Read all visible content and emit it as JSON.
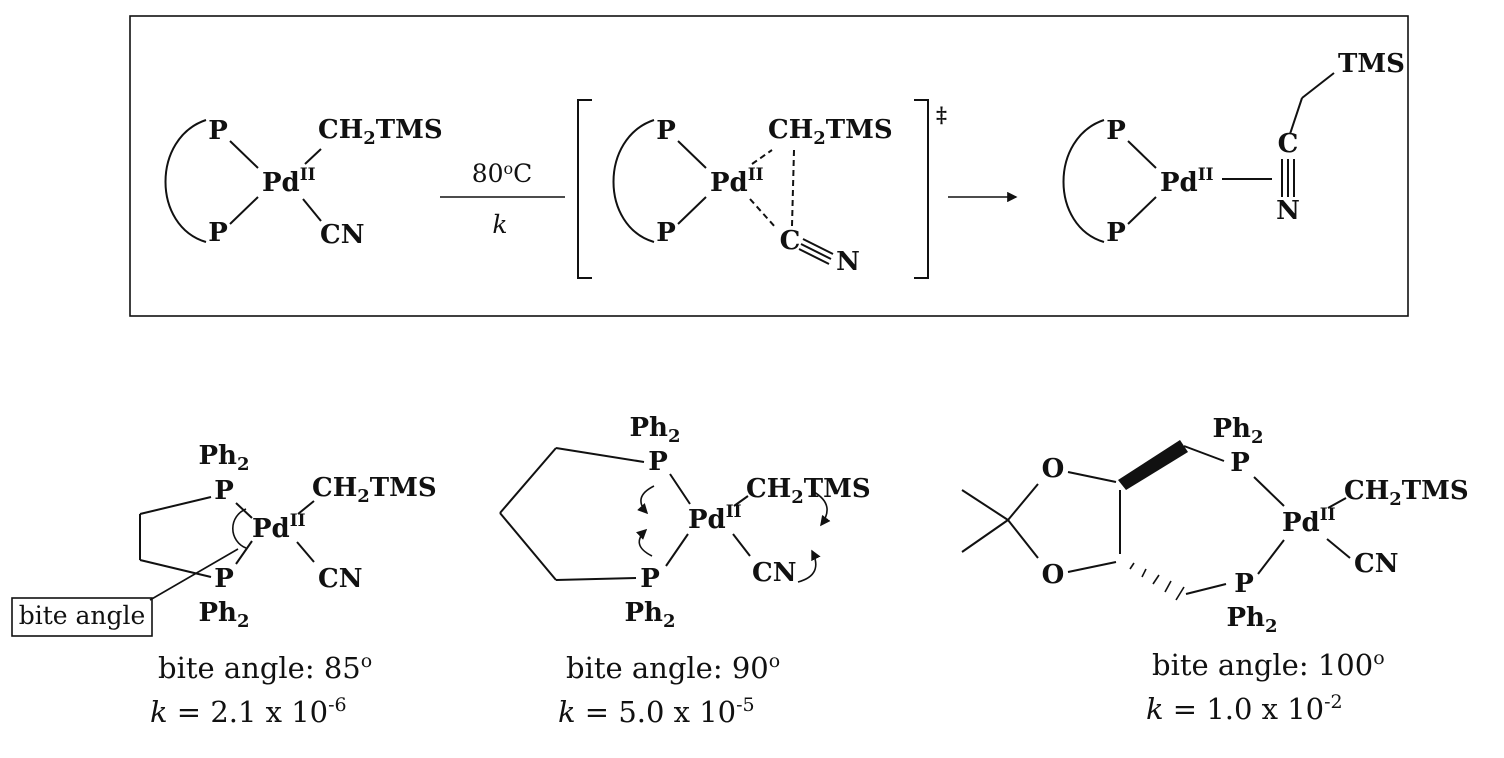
{
  "atoms": {
    "p": "P",
    "pd": "Pd",
    "pd_oxidation": "II",
    "ch2tms_pre": "CH",
    "ch2tms_sub": "2",
    "ch2tms_post": "TMS",
    "cn": "CN",
    "c": "C",
    "n": "N",
    "tms": "TMS",
    "o": "O",
    "ph_pre": "Ph",
    "ph_sub": "2"
  },
  "reaction": {
    "temp_value": "80",
    "temp_deg": "o",
    "temp_unit": "C",
    "rate_symbol": "k",
    "dagger": "‡"
  },
  "callout": {
    "label": "bite angle"
  },
  "complexes": [
    {
      "bite_angle_text": "bite angle: 85",
      "bite_angle_deg": "o",
      "k_symbol": "k",
      "k_value": " = 2.1 x 10",
      "k_exponent": "-6"
    },
    {
      "bite_angle_text": "bite angle: 90",
      "bite_angle_deg": "o",
      "k_symbol": "k",
      "k_value": " = 5.0 x 10",
      "k_exponent": "-5"
    },
    {
      "bite_angle_text": "bite angle: 100",
      "bite_angle_deg": "o",
      "k_symbol": "k",
      "k_value": " = 1.0 x 10",
      "k_exponent": "-2"
    }
  ]
}
